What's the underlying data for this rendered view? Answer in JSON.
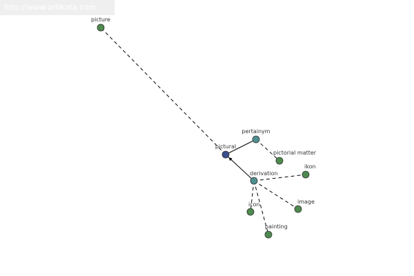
{
  "site": {
    "url_text": "http://www.artikata.com"
  },
  "colors": {
    "root": "#3a4f8f",
    "intermediate": "#4f8f8f",
    "leaf": "#4f8a4f"
  },
  "graph": {
    "nodes": [
      {
        "id": "picture",
        "label": "picture",
        "kind": "leaf"
      },
      {
        "id": "pictural",
        "label": "pictural",
        "kind": "root"
      },
      {
        "id": "pertainym",
        "label": "pertainym",
        "kind": "intermediate"
      },
      {
        "id": "pictorial-matter",
        "label": "pictorial matter",
        "kind": "leaf"
      },
      {
        "id": "derivation",
        "label": "derivation",
        "kind": "intermediate"
      },
      {
        "id": "ikon",
        "label": "ikon",
        "kind": "leaf"
      },
      {
        "id": "image",
        "label": "image",
        "kind": "leaf"
      },
      {
        "id": "icon",
        "label": "icon",
        "kind": "leaf"
      },
      {
        "id": "painting",
        "label": "painting",
        "kind": "leaf"
      }
    ],
    "edges": [
      {
        "from": "pictural",
        "to": "picture",
        "style": "dashed"
      },
      {
        "from": "pictural",
        "to": "pertainym",
        "style": "solid"
      },
      {
        "from": "pictural",
        "to": "derivation",
        "style": "solid"
      },
      {
        "from": "pertainym",
        "to": "pictorial-matter",
        "style": "dashed"
      },
      {
        "from": "derivation",
        "to": "ikon",
        "style": "dashed"
      },
      {
        "from": "derivation",
        "to": "image",
        "style": "dashed"
      },
      {
        "from": "derivation",
        "to": "icon",
        "style": "dashed"
      },
      {
        "from": "derivation",
        "to": "painting",
        "style": "dashed"
      }
    ]
  }
}
